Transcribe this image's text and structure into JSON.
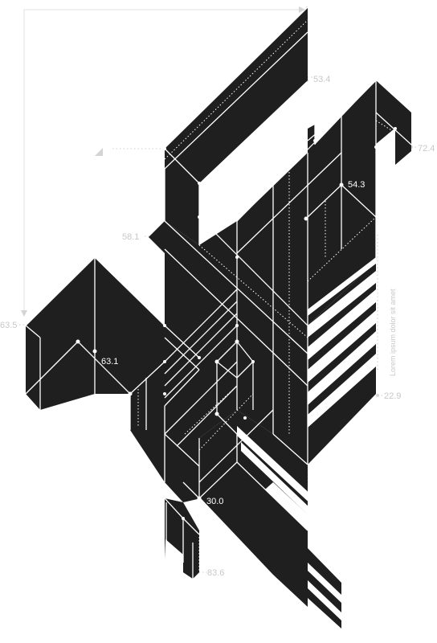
{
  "labels": {
    "v_53_4": "53.4",
    "v_72_4": "72.4",
    "v_54_3": "54.3",
    "v_58_1": "58.1",
    "v_63_5": "63.5",
    "v_63_1": "63.1",
    "v_22_9": "22.9",
    "v_30_0": "30.0",
    "v_83_6": "83.6",
    "side_text": "Lorem ipsum dolor sit amet"
  },
  "colors": {
    "shape_fill": "#1f1f1f",
    "linework": "#ffffff",
    "outer_annotation": "#c8c8c8"
  }
}
